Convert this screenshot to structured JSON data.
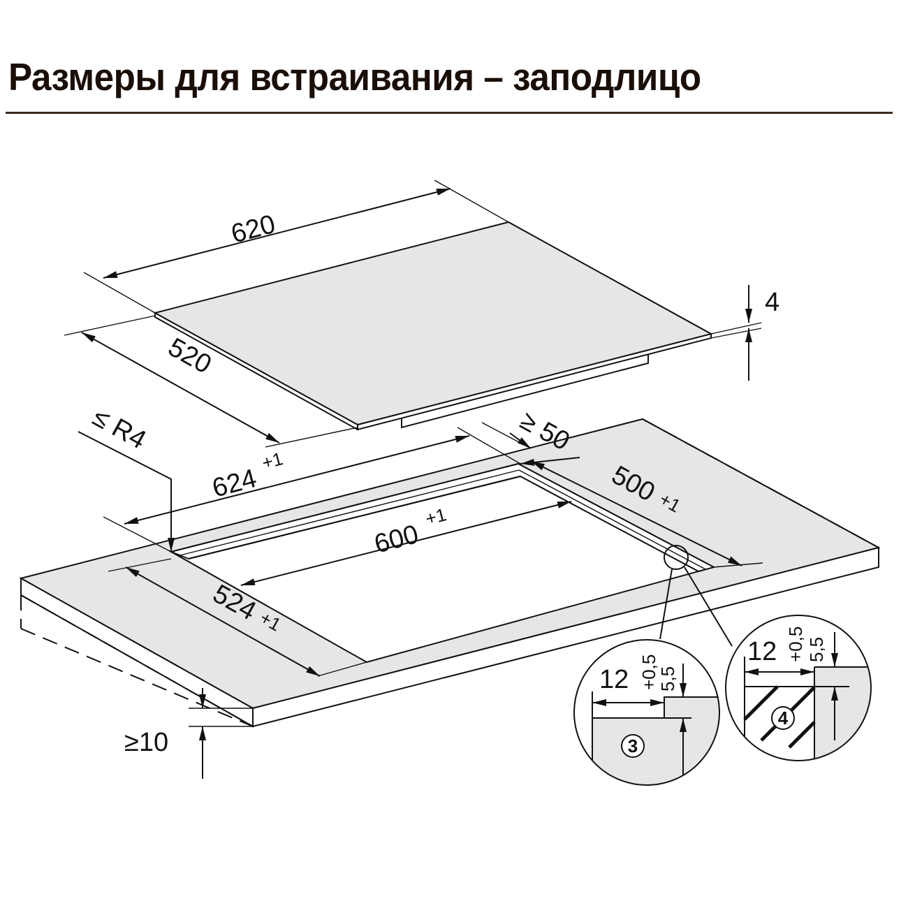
{
  "title": "Размеры для встраивания – заподлицо",
  "dimensions": {
    "hob_width": "620",
    "hob_depth": "520",
    "glass_thickness": "4",
    "corner_radius": "≤ R4",
    "rear_clearance": "≥ 50",
    "rebate_width": "624",
    "rebate_width_tol": "+1",
    "rebate_depth": "500",
    "rebate_depth_tol": "+1",
    "cutout_width": "600",
    "cutout_width_tol": "+1",
    "cutout_depth": "524",
    "cutout_depth_tol": "+1",
    "worktop_thickness": "≥10"
  },
  "details": [
    {
      "marker": "3",
      "rebate": "12",
      "depth": "5,5",
      "depth_tol": "+0,5"
    },
    {
      "marker": "4",
      "rebate": "12",
      "depth": "5,5",
      "depth_tol": "+0,5"
    }
  ]
}
